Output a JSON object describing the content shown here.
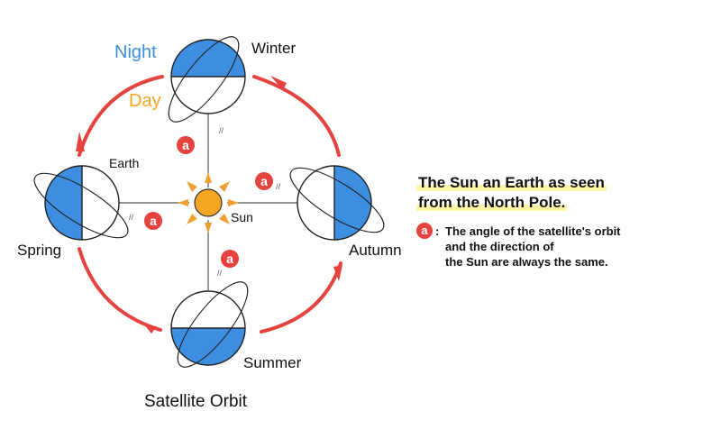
{
  "labels": {
    "night": "Night",
    "day": "Day",
    "winter": "Winter",
    "spring": "Spring",
    "autumn": "Autumn",
    "summer": "Summer",
    "earth": "Earth",
    "sun": "Sun",
    "caption": "Satellite Orbit",
    "angle_marker": "a"
  },
  "legend": {
    "title_line1": "The Sun an Earth as seen",
    "title_line2": "from the North Pole.",
    "badge": "a",
    "colon": ":",
    "note_line1": "The angle of the satellite's orbit",
    "note_line2": "and the direction of",
    "note_line3": "the Sun are always the same."
  },
  "colors": {
    "night": "#3d8ee0",
    "day": "#f2a623",
    "orbit_arc": "#e5433f",
    "marker": "#e5433f",
    "sun_fill": "#f5a623",
    "ray": "#f0a030",
    "outline": "#222222"
  }
}
